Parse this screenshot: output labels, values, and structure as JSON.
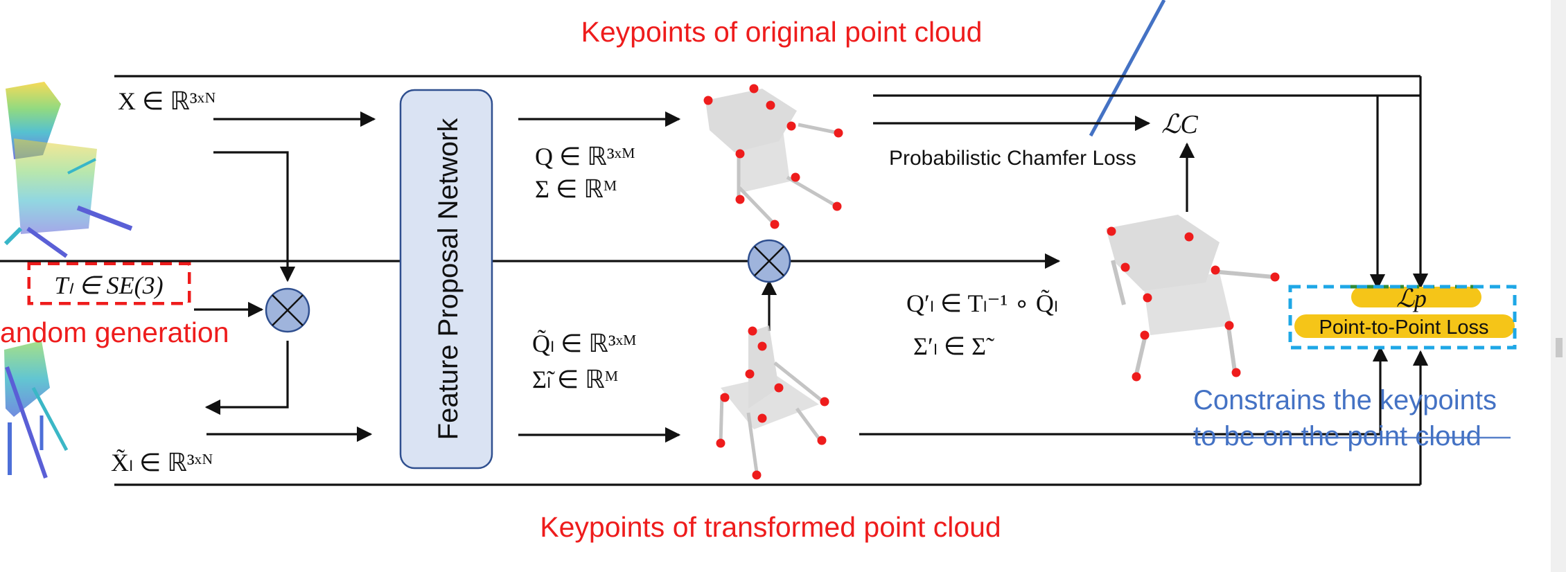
{
  "labels": {
    "top": "Keypoints of original point cloud",
    "bottom": "Keypoints of transformed point cloud",
    "random_generation": "andom generation",
    "network": "Feature Proposal Network",
    "chamfer": "Probabilistic Chamfer Loss",
    "p2p": "Point-to-Point Loss",
    "constraint_line1": "Constrains the keypoints",
    "constraint_line2": "to be on the point cloud"
  },
  "math": {
    "x": "X ∈ ℝ³ˣᴺ",
    "x_tilde": "X̃ₗ ∈ ℝ³ˣᴺ",
    "t": "Tₗ ∈ SE(3)",
    "q": "Q ∈ ℝ³ˣᴹ",
    "sigma": "Σ ∈ ℝᴹ",
    "q_tilde": "Q̃ₗ ∈ ℝ³ˣᴹ",
    "sigma_tilde": "Σ̃ₗ ∈ ℝᴹ",
    "q_prime": "Q′ₗ ∈ Tₗ⁻¹ ∘ Q̃ₗ",
    "sigma_prime": "Σ′ₗ ∈ Σ̃",
    "lc": "ℒC",
    "lp": "ℒp"
  },
  "colors": {
    "red": "#ee1c1c",
    "blue_text": "#4472c4",
    "network_fill": "#dae3f3",
    "network_stroke": "#2f4f8f",
    "multiplier_fill": "#9fb4dc",
    "gold": "#f5c518",
    "green": "#2e8b3a",
    "cyan": "#1ea7e6"
  }
}
